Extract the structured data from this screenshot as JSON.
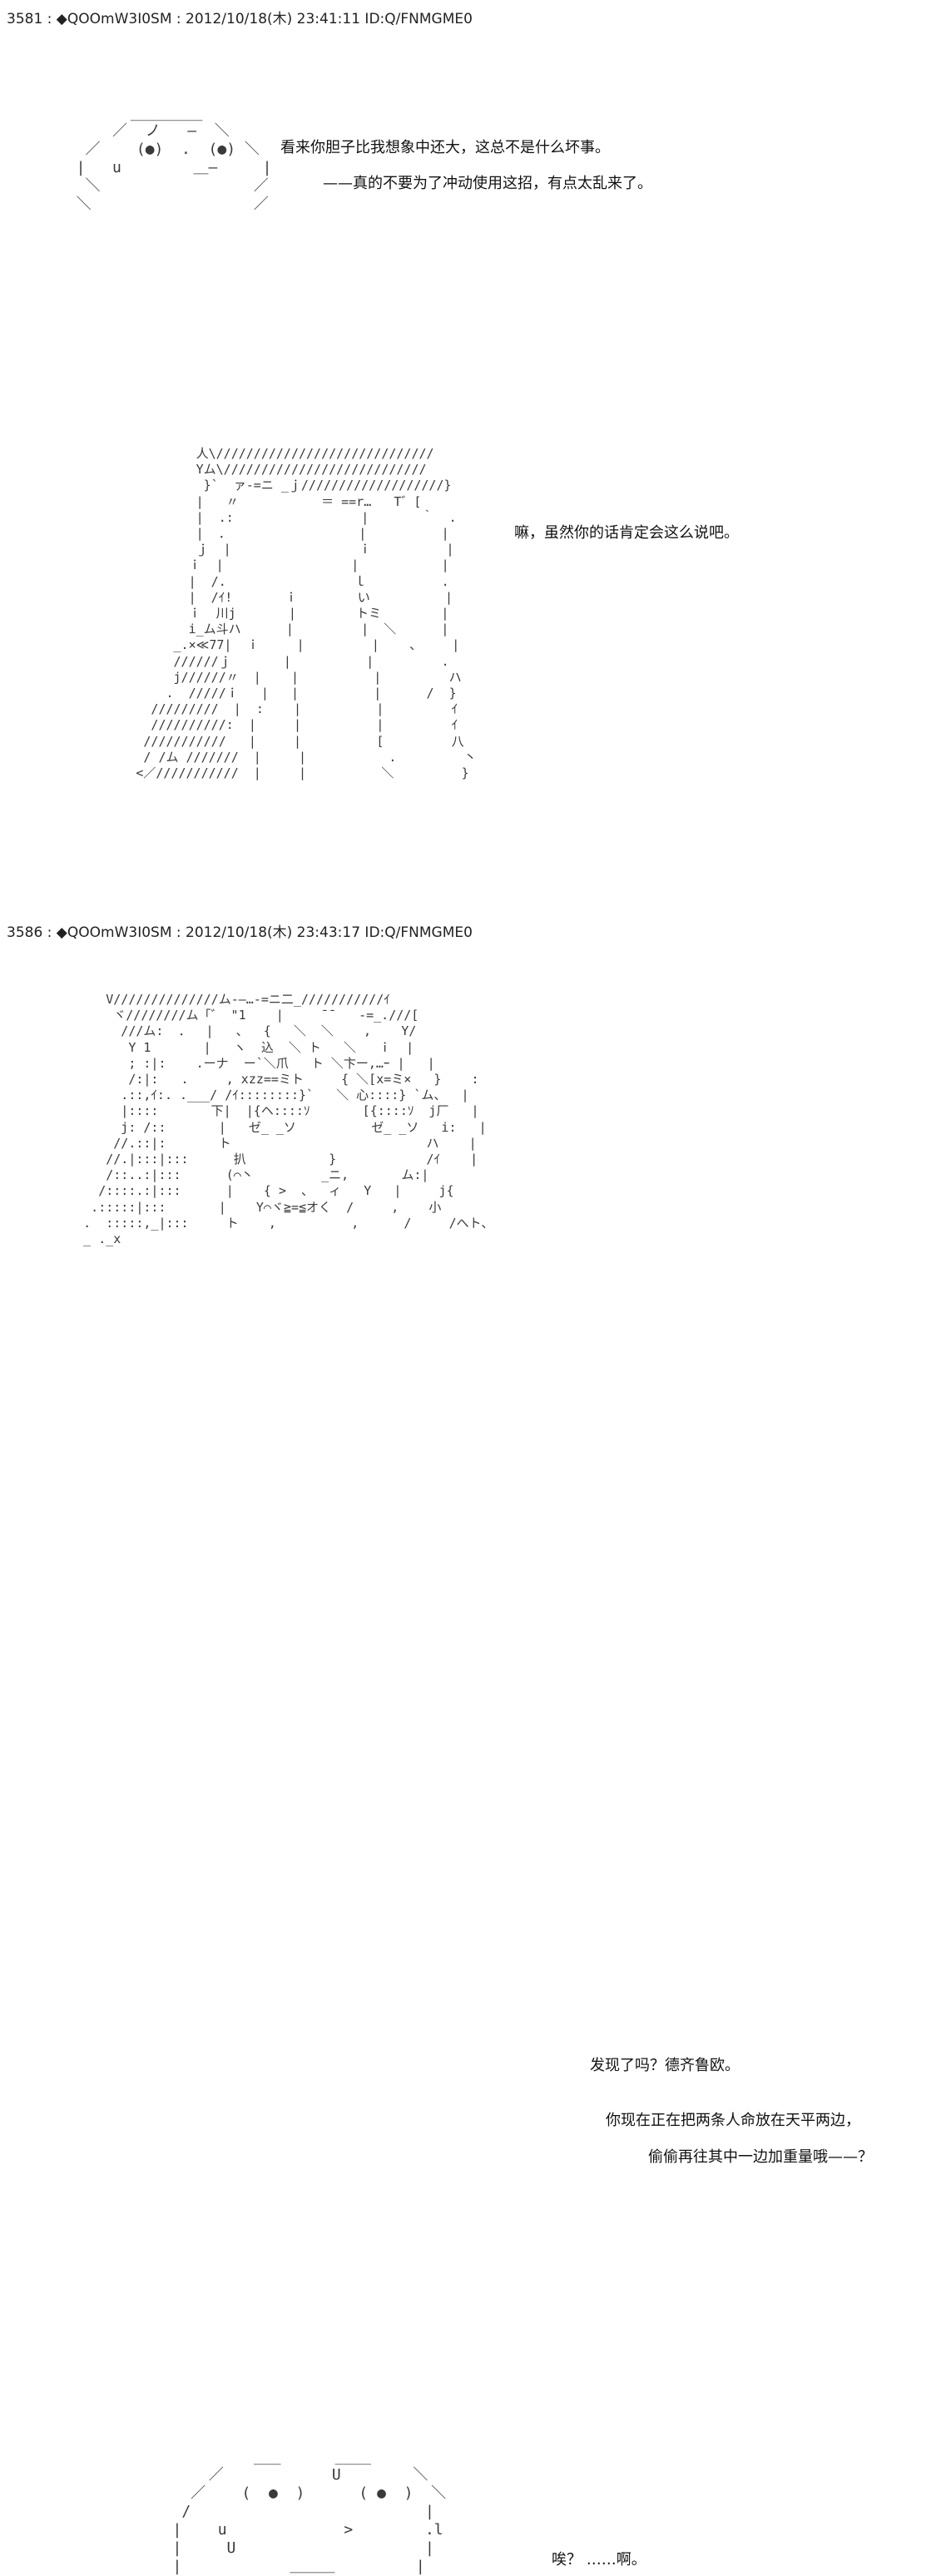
{
  "posts": [
    {
      "header": "3581 : ◆QOOmW3I0SM : 2012/10/18(木) 23:41:11 ID:Q/FNMGME0",
      "blocks": [
        {
          "lines": [
            "看来你胆子比我想象中还大，这总不是什么坏事。",
            "——真的不要为了冲动使用这招，有点太乱来了。"
          ]
        },
        {
          "lines": [
            "嘛，虽然你的话肯定会这么说吧。"
          ]
        }
      ]
    },
    {
      "header": "3586 : ◆QOOmW3I0SM : 2012/10/18(木) 23:43:17 ID:Q/FNMGME0",
      "blocks": [
        {
          "lines": [
            "发现了吗？德齐鲁欧。",
            "你现在正在把两条人命放在天平两边，",
            "偷偷再往其中一边加重量哦——？"
          ]
        },
        {
          "lines": [
            "唉？  ……啊。"
          ]
        }
      ]
    }
  ]
}
